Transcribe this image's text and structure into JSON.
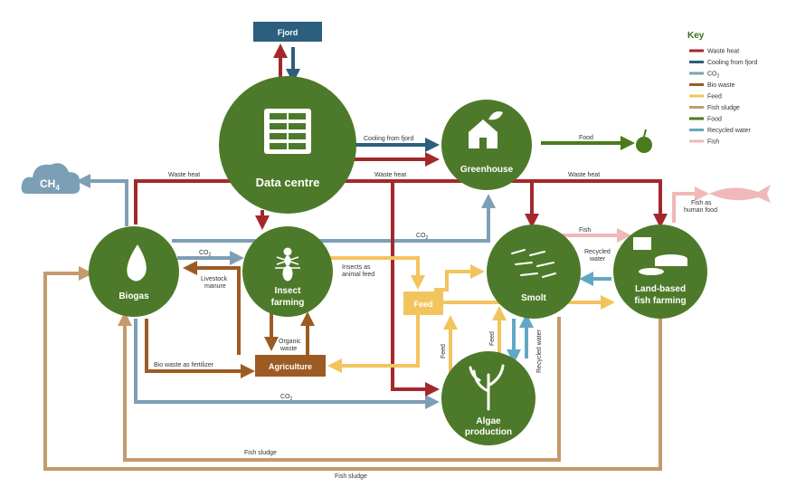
{
  "colors": {
    "waste_heat": "#a3282b",
    "cooling": "#2b5f7d",
    "co2": "#7d9fb5",
    "bio_waste": "#9c5b23",
    "feed": "#f2c45e",
    "fish_sludge": "#c49a6c",
    "food": "#4a7b1c",
    "recycled_water": "#62a8c4",
    "fish": "#f0b8b8",
    "node": "#4d7a2a"
  },
  "nodes": {
    "fjord": "Fjord",
    "data_centre": "Data centre",
    "greenhouse": "Greenhouse",
    "biogas": "Biogas",
    "insect_farming_1": "Insect",
    "insect_farming_2": "farming",
    "smolt": "Smolt",
    "land_fish_1": "Land-based",
    "land_fish_2": "fish farming",
    "algae_1": "Algae",
    "algae_2": "production",
    "feed": "Feed",
    "agriculture": "Agriculture",
    "ch4": "CH",
    "ch4_sub": "4"
  },
  "flow_labels": {
    "cooling_from_fjord": "Cooling from fjord",
    "food": "Food",
    "waste_heat_left": "Waste heat",
    "waste_heat_mid": "Waste heat",
    "waste_heat_right": "Waste heat",
    "co2_top": "CO",
    "co2_top_sub": "2",
    "co2_biogas": "CO",
    "co2_biogas_sub": "2",
    "co2_bottom": "CO",
    "co2_bottom_sub": "2",
    "livestock_1": "Livestock",
    "livestock_2": "manure",
    "insects_feed_1": "Insects as",
    "insects_feed_2": "animal feed",
    "organic_1": "Organic",
    "organic_2": "waste",
    "bio_fert": "Bio waste as fertilizer",
    "fish_to_farm": "Fish",
    "recycled_1": "Recycled",
    "recycled_2": "water",
    "fish_human_1": "Fish as",
    "fish_human_2": "human food",
    "feed_v1": "Feed",
    "feed_v2": "Feed",
    "recycled_v": "Recycled water",
    "fish_sludge_1": "Fish sludge",
    "fish_sludge_2": "Fish sludge"
  },
  "key": {
    "title": "Key",
    "items": [
      {
        "label": "Waste heat",
        "color": "#a3282b"
      },
      {
        "label": "Cooling from fjord",
        "color": "#2b5f7d"
      },
      {
        "label": "CO",
        "sub": "2",
        "color": "#7d9fb5"
      },
      {
        "label": "Bio waste",
        "color": "#9c5b23"
      },
      {
        "label": "Feed",
        "color": "#f2c45e"
      },
      {
        "label": "Fish sludge",
        "color": "#c49a6c"
      },
      {
        "label": "Food",
        "color": "#4a7b1c"
      },
      {
        "label": "Recycled water",
        "color": "#62a8c4"
      },
      {
        "label": "Fish",
        "color": "#f0b8b8"
      }
    ]
  }
}
